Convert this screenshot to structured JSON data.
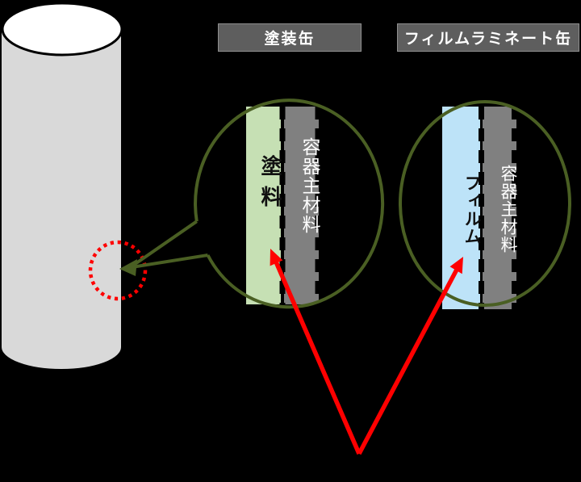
{
  "headers": {
    "painted_can": "塗装缶",
    "film_laminated_can": "フィルムラミネート缶"
  },
  "left_detail": {
    "coating_label": "塗料",
    "substrate_label": "容器主材料",
    "coating_color": "#c6e0b4",
    "substrate_color": "#808080"
  },
  "right_detail": {
    "film_label": "フィルム",
    "substrate_label": "容器主材料",
    "film_color": "#bde3f8",
    "substrate_color": "#808080"
  },
  "colors": {
    "background": "#000000",
    "cylinder_fill": "#d9d9d9",
    "cylinder_top_fill": "#ffffff",
    "outline_black": "#000000",
    "header_gray": "#5e5e5e",
    "magnifier_olive": "#4a5f23",
    "arrow_red": "#ff0000"
  }
}
